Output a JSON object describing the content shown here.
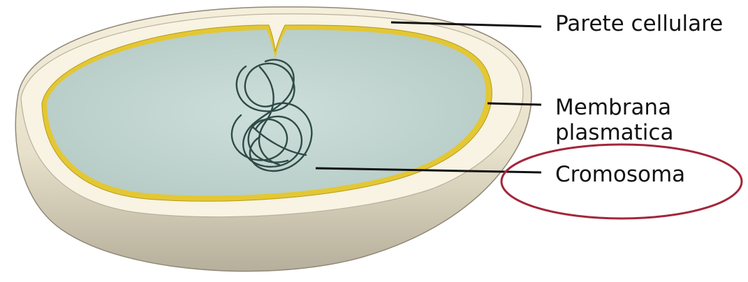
{
  "labels": {
    "cell_wall": "Parete cellulare",
    "plasma_membrane_line1": "Membrana",
    "plasma_membrane_line2": "plasmatica",
    "chromosome": "Cromosoma"
  },
  "highlight": {
    "target": "chromosome",
    "shape": "ellipse"
  },
  "colors": {
    "cell_wall_fill": "#f6f0dc",
    "cell_wall_outer_shadow": "#c9c2ad",
    "membrane": "#e3c733",
    "cytoplasm": "#c2d6d2",
    "chromosome": "#2f4a47",
    "leader_lines": "#111111",
    "highlight_ellipse": "#a3263a"
  }
}
